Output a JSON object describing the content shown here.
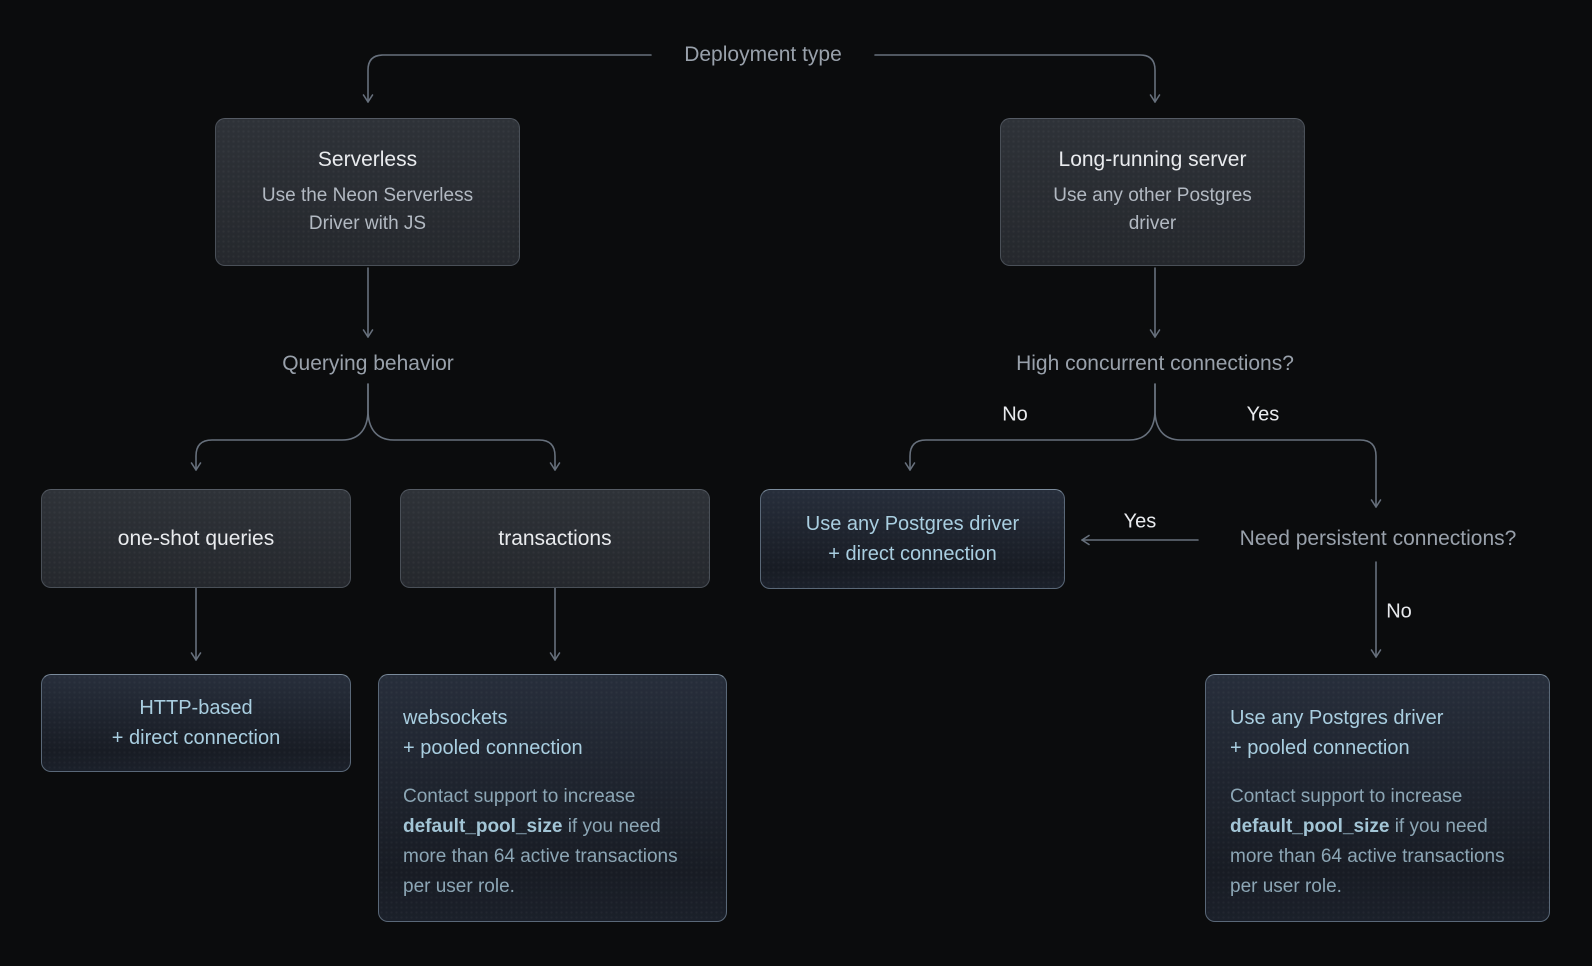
{
  "diagram": {
    "title_hint": "Neon Postgres driver decision flowchart",
    "colors": {
      "background": "#0b0c0d",
      "connector_line": "#67707c",
      "dark_node_bg": "#2a2e34",
      "dark_node_border": "#4a5058",
      "blue_node_bg": "#1f2530",
      "blue_node_border": "#5a6878",
      "title_text": "#e9ebee",
      "subtitle_text": "#b2b9c2",
      "label_text": "#99a1ab",
      "branch_label_text": "#e8eaed",
      "accent_blue_text": "#a9cee0",
      "note_text": "#8ca6b5"
    },
    "labels": {
      "deployment_type": "Deployment type",
      "querying_behavior": "Querying behavior",
      "high_concurrent": "High concurrent connections?",
      "need_persistent": "Need persistent connections?",
      "no_left_branch": "No",
      "yes_right_branch": "Yes",
      "yes_arrow": "Yes",
      "no_down_branch": "No"
    },
    "nodes": {
      "serverless": {
        "title": "Serverless",
        "subtitle": "Use the Neon Serverless Driver with JS"
      },
      "long_running": {
        "title": "Long-running server",
        "subtitle": "Use any other Postgres driver"
      },
      "one_shot": {
        "title": "one-shot queries"
      },
      "transactions": {
        "title": "transactions"
      },
      "http_based": {
        "line1": "HTTP-based",
        "line2": "+ direct connection"
      },
      "websockets": {
        "line1": "websockets",
        "line2": "+ pooled connection",
        "note_prefix": "Contact support to increase ",
        "note_code": "default_pool_size",
        "note_suffix": " if you need more than 64 active transactions per user role."
      },
      "any_driver_direct": {
        "line1": "Use any Postgres driver",
        "line2": "+ direct connection"
      },
      "any_driver_pooled": {
        "line1": "Use any Postgres driver",
        "line2": "+ pooled connection",
        "note_prefix": "Contact support to increase ",
        "note_code": "default_pool_size",
        "note_suffix": " if you need more than 64 active transactions per user role."
      }
    }
  }
}
